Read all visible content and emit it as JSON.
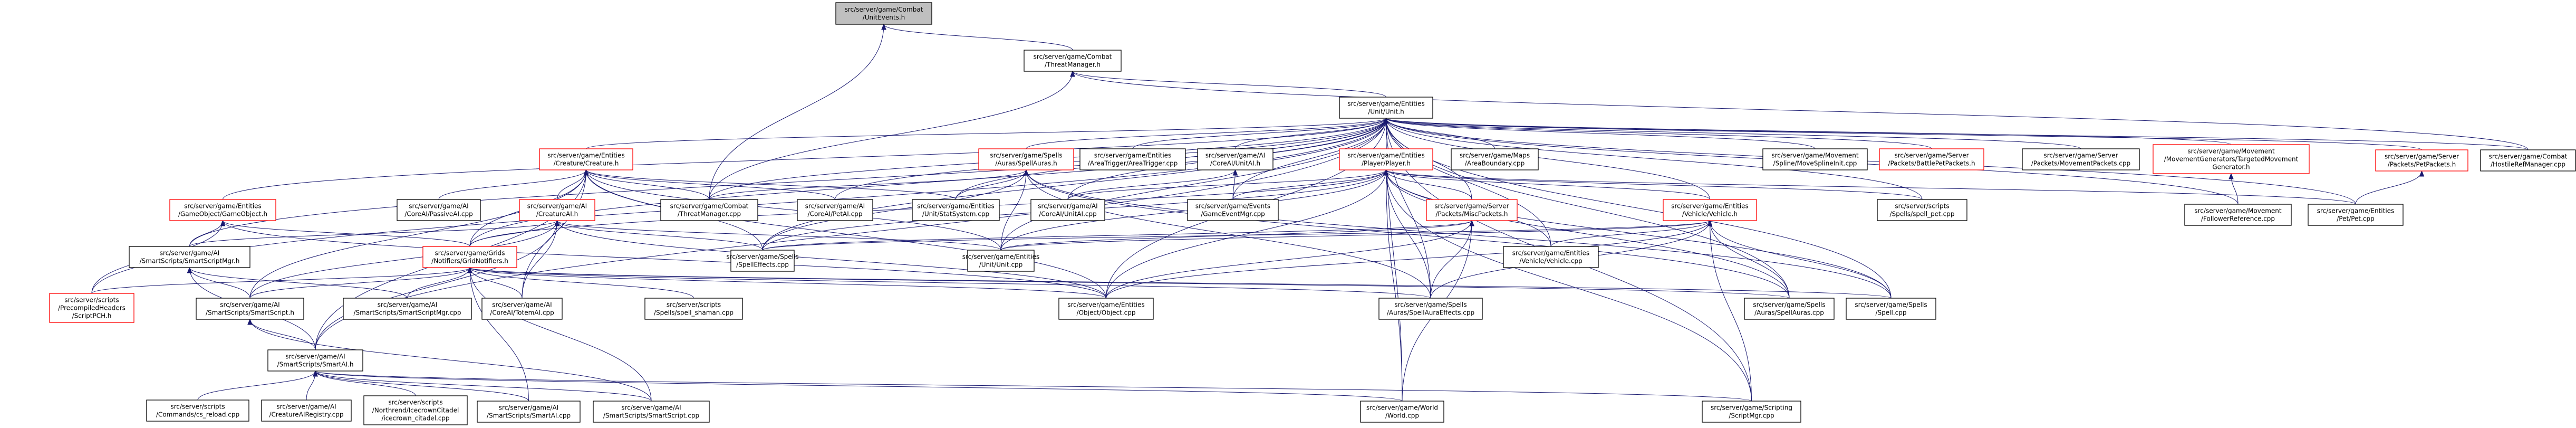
{
  "diagram": {
    "title": "Include dependency graph for src/server/game/Combat/UnitEvents.h (included by)",
    "colors": {
      "edge": "#191970",
      "root_fill": "#bfbfbf",
      "truncated_border": "#ff0000",
      "node_border": "#000000"
    },
    "nodes": [
      {
        "id": "unitevents_h",
        "lines": [
          "src/server/game/Combat",
          "/UnitEvents.h"
        ],
        "kind": "root"
      },
      {
        "id": "threatmanager_h",
        "lines": [
          "src/server/game/Combat",
          "/ThreatManager.h"
        ],
        "kind": "normal"
      },
      {
        "id": "unit_h",
        "lines": [
          "src/server/game/Entities",
          "/Unit/Unit.h"
        ],
        "kind": "normal"
      },
      {
        "id": "creature_h",
        "lines": [
          "src/server/game/Entities",
          "/Creature/Creature.h"
        ],
        "kind": "truncated"
      },
      {
        "id": "spellauras_h",
        "lines": [
          "src/server/game/Spells",
          "/Auras/SpellAuras.h"
        ],
        "kind": "truncated"
      },
      {
        "id": "areatrigger_cpp",
        "lines": [
          "src/server/game/Entities",
          "/AreaTrigger/AreaTrigger.cpp"
        ],
        "kind": "normal"
      },
      {
        "id": "unitai_h",
        "lines": [
          "src/server/game/AI",
          "/CoreAI/UnitAI.h"
        ],
        "kind": "normal"
      },
      {
        "id": "player_h",
        "lines": [
          "src/server/game/Entities",
          "/Player/Player.h"
        ],
        "kind": "truncated"
      },
      {
        "id": "areaboundary_cpp",
        "lines": [
          "src/server/game/Maps",
          "/AreaBoundary.cpp"
        ],
        "kind": "normal"
      },
      {
        "id": "movesplineinit_cpp",
        "lines": [
          "src/server/game/Movement",
          "/Spline/MoveSplineInit.cpp"
        ],
        "kind": "normal"
      },
      {
        "id": "battlepetpackets_h",
        "lines": [
          "src/server/game/Server",
          "/Packets/BattlePetPackets.h"
        ],
        "kind": "truncated"
      },
      {
        "id": "movementpackets_cpp",
        "lines": [
          "src/server/game/Server",
          "/Packets/MovementPackets.cpp"
        ],
        "kind": "normal"
      },
      {
        "id": "targetedmovementgenerator_h",
        "lines": [
          "src/server/game/Movement",
          "/MovementGenerators/TargetedMovement",
          "Generator.h"
        ],
        "kind": "truncated"
      },
      {
        "id": "petpackets_h",
        "lines": [
          "src/server/game/Server",
          "/Packets/PetPackets.h"
        ],
        "kind": "truncated"
      },
      {
        "id": "hostilerefmanager_cpp",
        "lines": [
          "src/server/game/Combat",
          "/HostileRefManager.cpp"
        ],
        "kind": "normal"
      },
      {
        "id": "gameobject_h",
        "lines": [
          "src/server/game/Entities",
          "/GameObject/GameObject.h"
        ],
        "kind": "truncated"
      },
      {
        "id": "passiveai_cpp",
        "lines": [
          "src/server/game/AI",
          "/CoreAI/PassiveAI.cpp"
        ],
        "kind": "normal"
      },
      {
        "id": "creatureai_h",
        "lines": [
          "src/server/game/AI",
          "/CreatureAI.h"
        ],
        "kind": "truncated"
      },
      {
        "id": "threatmanager_cpp",
        "lines": [
          "src/server/game/Combat",
          "/ThreatManager.cpp"
        ],
        "kind": "normal"
      },
      {
        "id": "petai_cpp",
        "lines": [
          "src/server/game/AI",
          "/CoreAI/PetAI.cpp"
        ],
        "kind": "normal"
      },
      {
        "id": "statsystem_cpp",
        "lines": [
          "src/server/game/Entities",
          "/Unit/StatSystem.cpp"
        ],
        "kind": "normal"
      },
      {
        "id": "unitai_cpp",
        "lines": [
          "src/server/game/AI",
          "/CoreAI/UnitAI.cpp"
        ],
        "kind": "normal"
      },
      {
        "id": "gameeventmgr_cpp",
        "lines": [
          "src/server/game/Events",
          "/GameEventMgr.cpp"
        ],
        "kind": "normal"
      },
      {
        "id": "miscpackets_h",
        "lines": [
          "src/server/game/Server",
          "/Packets/MiscPackets.h"
        ],
        "kind": "truncated"
      },
      {
        "id": "vehicle_h",
        "lines": [
          "src/server/game/Entities",
          "/Vehicle/Vehicle.h"
        ],
        "kind": "truncated"
      },
      {
        "id": "spell_pet_cpp",
        "lines": [
          "src/server/scripts",
          "/Spells/spell_pet.cpp"
        ],
        "kind": "normal"
      },
      {
        "id": "followerreference_cpp",
        "lines": [
          "src/server/game/Movement",
          "/FollowerReference.cpp"
        ],
        "kind": "normal"
      },
      {
        "id": "pet_cpp",
        "lines": [
          "src/server/game/Entities",
          "/Pet/Pet.cpp"
        ],
        "kind": "normal"
      },
      {
        "id": "smartscriptmgr_h",
        "lines": [
          "src/server/game/AI",
          "/SmartScripts/SmartScriptMgr.h"
        ],
        "kind": "normal"
      },
      {
        "id": "gridnotifiers_h",
        "lines": [
          "src/server/game/Grids",
          "/Notifiers/GridNotifiers.h"
        ],
        "kind": "truncated"
      },
      {
        "id": "spelleffects_cpp",
        "lines": [
          "src/server/game/Spells",
          "/SpellEffects.cpp"
        ],
        "kind": "normal"
      },
      {
        "id": "unit_cpp",
        "lines": [
          "src/server/game/Entities",
          "/Unit/Unit.cpp"
        ],
        "kind": "normal"
      },
      {
        "id": "vehicle_cpp",
        "lines": [
          "src/server/game/Entities",
          "/Vehicle/Vehicle.cpp"
        ],
        "kind": "normal"
      },
      {
        "id": "scriptpch_h",
        "lines": [
          "src/server/scripts",
          "/PrecompiledHeaders",
          "/ScriptPCH.h"
        ],
        "kind": "truncated"
      },
      {
        "id": "smartscript_h",
        "lines": [
          "src/server/game/AI",
          "/SmartScripts/SmartScript.h"
        ],
        "kind": "normal"
      },
      {
        "id": "smartscriptmgr_cpp",
        "lines": [
          "src/server/game/AI",
          "/SmartScripts/SmartScriptMgr.cpp"
        ],
        "kind": "normal"
      },
      {
        "id": "totemai_cpp",
        "lines": [
          "src/server/game/AI",
          "/CoreAI/TotemAI.cpp"
        ],
        "kind": "normal"
      },
      {
        "id": "spell_shaman_cpp",
        "lines": [
          "src/server/scripts",
          "/Spells/spell_shaman.cpp"
        ],
        "kind": "normal"
      },
      {
        "id": "object_cpp",
        "lines": [
          "src/server/game/Entities",
          "/Object/Object.cpp"
        ],
        "kind": "normal"
      },
      {
        "id": "spellauraeffects_cpp",
        "lines": [
          "src/server/game/Spells",
          "/Auras/SpellAuraEffects.cpp"
        ],
        "kind": "normal"
      },
      {
        "id": "spellauras_cpp",
        "lines": [
          "src/server/game/Spells",
          "/Auras/SpellAuras.cpp"
        ],
        "kind": "normal"
      },
      {
        "id": "spell_cpp",
        "lines": [
          "src/server/game/Spells",
          "/Spell.cpp"
        ],
        "kind": "normal"
      },
      {
        "id": "smartai_h",
        "lines": [
          "src/server/game/AI",
          "/SmartScripts/SmartAI.h"
        ],
        "kind": "normal"
      },
      {
        "id": "cs_reload_cpp",
        "lines": [
          "src/server/scripts",
          "/Commands/cs_reload.cpp"
        ],
        "kind": "normal"
      },
      {
        "id": "creatureairegistry_cpp",
        "lines": [
          "src/server/game/AI",
          "/CreatureAIRegistry.cpp"
        ],
        "kind": "normal"
      },
      {
        "id": "icecrown_citadel_cpp",
        "lines": [
          "src/server/scripts",
          "/Northrend/IcecrownCitadel",
          "/icecrown_citadel.cpp"
        ],
        "kind": "normal"
      },
      {
        "id": "smartai_cpp",
        "lines": [
          "src/server/game/AI",
          "/SmartScripts/SmartAI.cpp"
        ],
        "kind": "normal"
      },
      {
        "id": "smartscript_cpp",
        "lines": [
          "src/server/game/AI",
          "/SmartScripts/SmartScript.cpp"
        ],
        "kind": "normal"
      },
      {
        "id": "world_cpp",
        "lines": [
          "src/server/game/World",
          "/World.cpp"
        ],
        "kind": "normal"
      },
      {
        "id": "scriptmgr_cpp",
        "lines": [
          "src/server/game/Scripting",
          "/ScriptMgr.cpp"
        ],
        "kind": "normal"
      }
    ],
    "edges": [
      [
        "threatmanager_h",
        "unitevents_h"
      ],
      [
        "unit_h",
        "threatmanager_h"
      ],
      [
        "threatmanager_cpp",
        "unitevents_h"
      ],
      [
        "threatmanager_cpp",
        "threatmanager_h"
      ],
      [
        "hostilerefmanager_cpp",
        "threatmanager_h"
      ],
      [
        "creature_h",
        "unit_h"
      ],
      [
        "spellauras_h",
        "unit_h"
      ],
      [
        "areatrigger_cpp",
        "unit_h"
      ],
      [
        "unitai_h",
        "unit_h"
      ],
      [
        "player_h",
        "unit_h"
      ],
      [
        "areaboundary_cpp",
        "unit_h"
      ],
      [
        "movesplineinit_cpp",
        "unit_h"
      ],
      [
        "battlepetpackets_h",
        "unit_h"
      ],
      [
        "movementpackets_cpp",
        "unit_h"
      ],
      [
        "targetedmovementgenerator_h",
        "unit_h"
      ],
      [
        "petpackets_h",
        "unit_h"
      ],
      [
        "hostilerefmanager_cpp",
        "unit_h"
      ],
      [
        "gameobject_h",
        "unit_h"
      ],
      [
        "smartscriptmgr_h",
        "unit_h"
      ],
      [
        "scriptpch_h",
        "unit_h"
      ],
      [
        "smartai_h",
        "unit_h"
      ],
      [
        "gridnotifiers_h",
        "unit_h"
      ],
      [
        "threatmanager_cpp",
        "unit_h"
      ],
      [
        "petai_cpp",
        "unit_h"
      ],
      [
        "statsystem_cpp",
        "unit_h"
      ],
      [
        "unitai_cpp",
        "unit_h"
      ],
      [
        "gameeventmgr_cpp",
        "unit_h"
      ],
      [
        "miscpackets_h",
        "unit_h"
      ],
      [
        "vehicle_h",
        "unit_h"
      ],
      [
        "spell_pet_cpp",
        "unit_h"
      ],
      [
        "pet_cpp",
        "unit_h"
      ],
      [
        "followerreference_cpp",
        "unit_h"
      ],
      [
        "unit_cpp",
        "unit_h"
      ],
      [
        "spelleffects_cpp",
        "unit_h"
      ],
      [
        "object_cpp",
        "unit_h"
      ],
      [
        "vehicle_cpp",
        "unit_h"
      ],
      [
        "world_cpp",
        "unit_h"
      ],
      [
        "scriptmgr_cpp",
        "unit_h"
      ],
      [
        "spellauras_cpp",
        "unit_h"
      ],
      [
        "spell_cpp",
        "unit_h"
      ],
      [
        "spellauraeffects_cpp",
        "unit_h"
      ],
      [
        "creatureai_h",
        "creature_h"
      ],
      [
        "threatmanager_cpp",
        "creature_h"
      ],
      [
        "petai_cpp",
        "creature_h"
      ],
      [
        "statsystem_cpp",
        "creature_h"
      ],
      [
        "gridnotifiers_h",
        "creature_h"
      ],
      [
        "smartscript_h",
        "creature_h"
      ],
      [
        "spelleffects_cpp",
        "creature_h"
      ],
      [
        "unit_cpp",
        "creature_h"
      ],
      [
        "object_cpp",
        "creature_h"
      ],
      [
        "passiveai_cpp",
        "creature_h"
      ],
      [
        "totemai_cpp",
        "creature_h"
      ],
      [
        "smartai_h",
        "creature_h"
      ],
      [
        "unitai_cpp",
        "unitai_h"
      ],
      [
        "gameeventmgr_cpp",
        "unitai_h"
      ],
      [
        "spelleffects_cpp",
        "spellauras_h"
      ],
      [
        "unit_cpp",
        "spellauras_h"
      ],
      [
        "statsystem_cpp",
        "spellauras_h"
      ],
      [
        "spellauras_cpp",
        "spellauras_h"
      ],
      [
        "spellauraeffects_cpp",
        "spellauras_h"
      ],
      [
        "spell_cpp",
        "spellauras_h"
      ],
      [
        "threatmanager_cpp",
        "spellauras_h"
      ],
      [
        "miscpackets_h",
        "player_h"
      ],
      [
        "vehicle_h",
        "player_h"
      ],
      [
        "gameeventmgr_cpp",
        "player_h"
      ],
      [
        "unit_cpp",
        "player_h"
      ],
      [
        "spelleffects_cpp",
        "player_h"
      ],
      [
        "object_cpp",
        "player_h"
      ],
      [
        "vehicle_cpp",
        "player_h"
      ],
      [
        "spellauraeffects_cpp",
        "player_h"
      ],
      [
        "world_cpp",
        "player_h"
      ],
      [
        "spellauras_cpp",
        "player_h"
      ],
      [
        "spell_cpp",
        "player_h"
      ],
      [
        "spell_pet_cpp",
        "player_h"
      ],
      [
        "pet_cpp",
        "player_h"
      ],
      [
        "unitai_cpp",
        "player_h"
      ],
      [
        "gridnotifiers_h",
        "player_h"
      ],
      [
        "scriptmgr_cpp",
        "player_h"
      ],
      [
        "spelleffects_cpp",
        "miscpackets_h"
      ],
      [
        "unit_cpp",
        "miscpackets_h"
      ],
      [
        "spellauraeffects_cpp",
        "miscpackets_h"
      ],
      [
        "world_cpp",
        "miscpackets_h"
      ],
      [
        "object_cpp",
        "miscpackets_h"
      ],
      [
        "vehicle_cpp",
        "vehicle_h"
      ],
      [
        "unit_cpp",
        "vehicle_h"
      ],
      [
        "spellauraeffects_cpp",
        "vehicle_h"
      ],
      [
        "spellauras_cpp",
        "vehicle_h"
      ],
      [
        "spell_cpp",
        "vehicle_h"
      ],
      [
        "object_cpp",
        "vehicle_h"
      ],
      [
        "scriptmgr_cpp",
        "vehicle_h"
      ],
      [
        "spelleffects_cpp",
        "vehicle_h"
      ],
      [
        "followerreference_cpp",
        "targetedmovementgenerator_h"
      ],
      [
        "pet_cpp",
        "petpackets_h"
      ],
      [
        "smartscriptmgr_h",
        "gameobject_h"
      ],
      [
        "gridnotifiers_h",
        "gameobject_h"
      ],
      [
        "scriptpch_h",
        "gameobject_h"
      ],
      [
        "object_cpp",
        "gameobject_h"
      ],
      [
        "smartscriptmgr_h",
        "creatureai_h"
      ],
      [
        "smartscript_h",
        "creatureai_h"
      ],
      [
        "gridnotifiers_h",
        "creatureai_h"
      ],
      [
        "spelleffects_cpp",
        "creatureai_h"
      ],
      [
        "unit_cpp",
        "creatureai_h"
      ],
      [
        "object_cpp",
        "creatureai_h"
      ],
      [
        "smartai_h",
        "creatureai_h"
      ],
      [
        "totemai_cpp",
        "creatureai_h"
      ],
      [
        "smartscript_h",
        "smartscriptmgr_h"
      ],
      [
        "smartscriptmgr_cpp",
        "smartscriptmgr_h"
      ],
      [
        "smartai_h",
        "smartscriptmgr_h"
      ],
      [
        "smartscript_h",
        "gridnotifiers_h"
      ],
      [
        "smartscriptmgr_cpp",
        "gridnotifiers_h"
      ],
      [
        "totemai_cpp",
        "gridnotifiers_h"
      ],
      [
        "spell_shaman_cpp",
        "gridnotifiers_h"
      ],
      [
        "scriptpch_h",
        "gridnotifiers_h"
      ],
      [
        "smartai_cpp",
        "gridnotifiers_h"
      ],
      [
        "smartscript_cpp",
        "gridnotifiers_h"
      ],
      [
        "object_cpp",
        "gridnotifiers_h"
      ],
      [
        "spellauraeffects_cpp",
        "gridnotifiers_h"
      ],
      [
        "spellauras_cpp",
        "gridnotifiers_h"
      ],
      [
        "spell_cpp",
        "gridnotifiers_h"
      ],
      [
        "smartai_h",
        "smartscript_h"
      ],
      [
        "smartscript_cpp",
        "smartscript_h"
      ],
      [
        "cs_reload_cpp",
        "smartai_h"
      ],
      [
        "creatureairegistry_cpp",
        "smartai_h"
      ],
      [
        "icecrown_citadel_cpp",
        "smartai_h"
      ],
      [
        "smartai_cpp",
        "smartai_h"
      ],
      [
        "smartscript_cpp",
        "smartai_h"
      ],
      [
        "world_cpp",
        "smartai_h"
      ],
      [
        "scriptmgr_cpp",
        "smartai_h"
      ]
    ]
  }
}
